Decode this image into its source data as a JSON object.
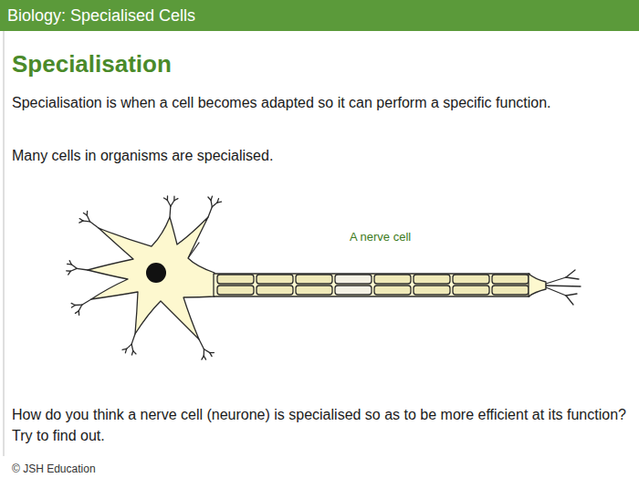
{
  "diagram": {
    "title": "Specialisation",
    "labels": [
      "Biology: Specialised Cells",
      "Specialisation is when a cell becomes adapted so it can perform a specific function.",
      "Many cells in organisms are specialised.",
      "A nerve cell",
      "How do you think a nerve cell (neurone) is specialised so as to be more efficient at its function? Try to find out.",
      "© JSH Education"
    ]
  }
}
